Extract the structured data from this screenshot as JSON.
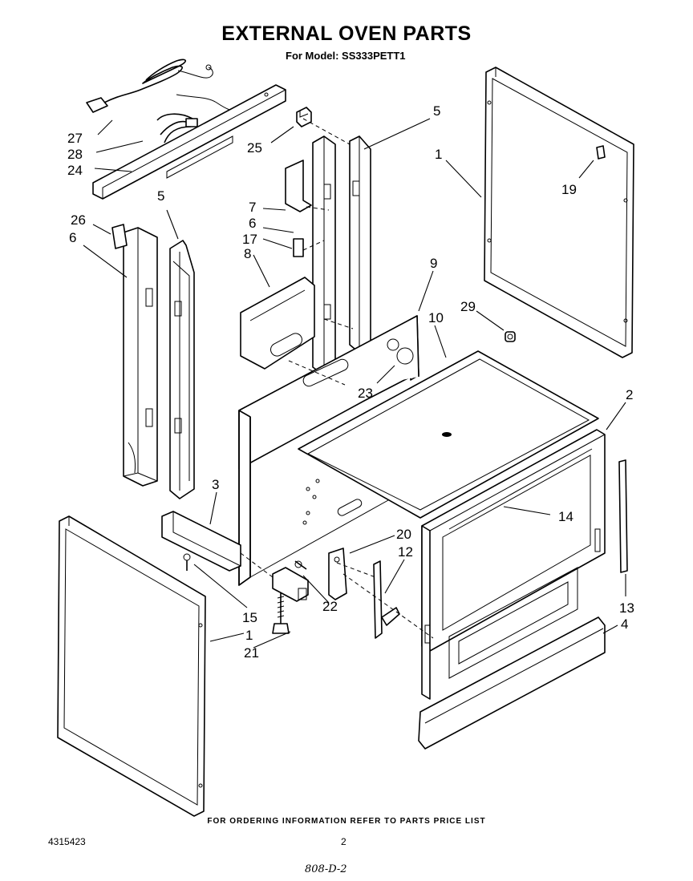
{
  "title": "EXTERNAL OVEN PARTS",
  "subtitle": "For Model: SS333PETT1",
  "footer_note": "FOR ORDERING INFORMATION REFER TO PARTS PRICE LIST",
  "doc_number": "4315423",
  "page_number": "2",
  "handwritten_note": "808-D-2",
  "callouts": [
    {
      "id": "c27",
      "label": "27"
    },
    {
      "id": "c28",
      "label": "28"
    },
    {
      "id": "c24",
      "label": "24"
    },
    {
      "id": "c25",
      "label": "25"
    },
    {
      "id": "c5a",
      "label": "5"
    },
    {
      "id": "c1a",
      "label": "1"
    },
    {
      "id": "c19",
      "label": "19"
    },
    {
      "id": "c5b",
      "label": "5"
    },
    {
      "id": "c26",
      "label": "26"
    },
    {
      "id": "c6a",
      "label": "6"
    },
    {
      "id": "c7",
      "label": "7"
    },
    {
      "id": "c6b",
      "label": "6"
    },
    {
      "id": "c17",
      "label": "17"
    },
    {
      "id": "c8",
      "label": "8"
    },
    {
      "id": "c9",
      "label": "9"
    },
    {
      "id": "c29",
      "label": "29"
    },
    {
      "id": "c10",
      "label": "10"
    },
    {
      "id": "c23",
      "label": "23"
    },
    {
      "id": "c2",
      "label": "2"
    },
    {
      "id": "c3",
      "label": "3"
    },
    {
      "id": "c14",
      "label": "14"
    },
    {
      "id": "c20",
      "label": "20"
    },
    {
      "id": "c12",
      "label": "12"
    },
    {
      "id": "c22",
      "label": "22"
    },
    {
      "id": "c15",
      "label": "15"
    },
    {
      "id": "c1b",
      "label": "1"
    },
    {
      "id": "c21",
      "label": "21"
    },
    {
      "id": "c13",
      "label": "13"
    },
    {
      "id": "c4",
      "label": "4"
    }
  ]
}
